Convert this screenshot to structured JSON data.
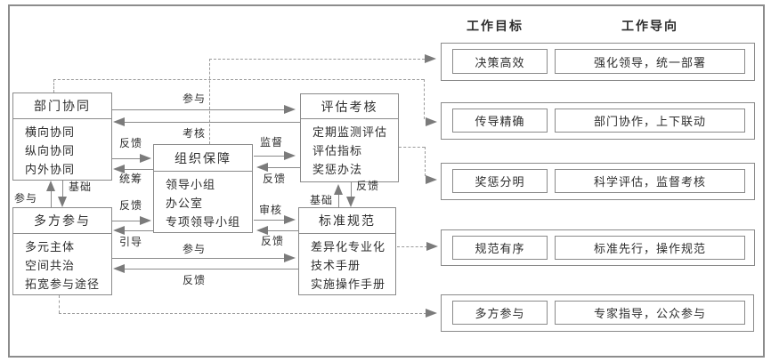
{
  "flow": {
    "dept": {
      "title": "部门协同",
      "items": [
        "横向协同",
        "纵向协同",
        "内外协同"
      ]
    },
    "org": {
      "title": "组织保障",
      "items": [
        "领导小组",
        "办公室",
        "专项领导小组"
      ]
    },
    "eval": {
      "title": "评估考核",
      "items": [
        "定期监测评估",
        "评估指标",
        "奖惩办法"
      ]
    },
    "multi": {
      "title": "多方参与",
      "items": [
        "多元主体",
        "空间共治",
        "拓宽参与途径"
      ]
    },
    "std": {
      "title": "标准规范",
      "items": [
        "差异化专业化",
        "技术手册",
        "实施操作手册"
      ]
    }
  },
  "edges": {
    "dept_eval_fwd": "参与",
    "dept_eval_back": "考核",
    "dept_org_fwd": "反馈",
    "dept_org_back": "统筹",
    "org_eval_fwd": "监督",
    "org_eval_back": "反馈",
    "org_std_fwd": "审核",
    "org_std_back": "反馈",
    "multi_org_fwd": "反馈",
    "multi_org_back": "引导",
    "multi_std_fwd": "参与",
    "multi_std_back": "反馈",
    "dept_multi_up": "参与",
    "dept_multi_down": "基础",
    "eval_std_up": "基础",
    "eval_std_down": "反馈"
  },
  "right_panel": {
    "col1_header": "工作目标",
    "col2_header": "工作导向",
    "rows": [
      {
        "goal": "决策高效",
        "orientation": "强化领导，统一部署"
      },
      {
        "goal": "传导精确",
        "orientation": "部门协作，上下联动"
      },
      {
        "goal": "奖惩分明",
        "orientation": "科学评估，监督考核"
      },
      {
        "goal": "规范有序",
        "orientation": "标准先行，操作规范"
      },
      {
        "goal": "多方参与",
        "orientation": "专家指导，公众参与"
      }
    ]
  },
  "colors": {
    "border": "#8a8a8a",
    "arrow": "#7b7b7b",
    "dashed": "#9a9a9a",
    "text": "#2e2e2e",
    "background": "#ffffff"
  }
}
